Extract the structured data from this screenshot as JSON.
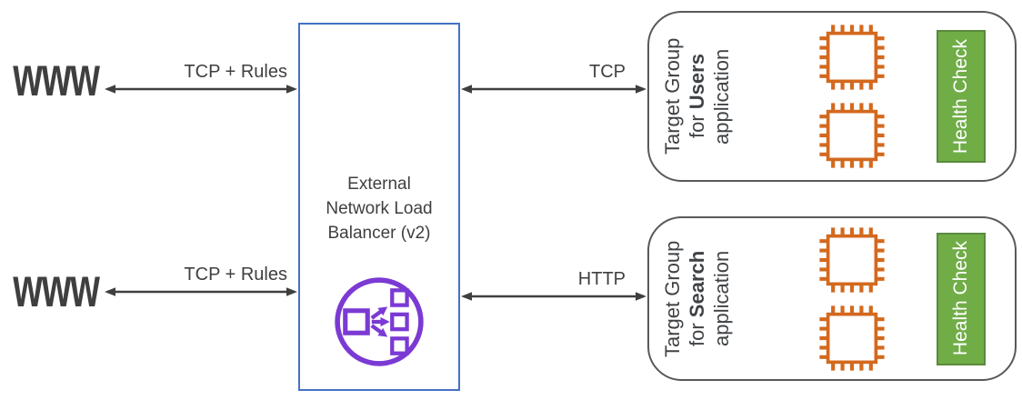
{
  "theme": {
    "purple": "#7B3AD4",
    "orange": "#D3691E",
    "green_fill": "#70AD47",
    "green_border": "#5A8A3C",
    "blue_border": "#4472C4",
    "ink": "#3F3F3F",
    "group_border": "#595959"
  },
  "nodes": {
    "www_top": {
      "label": "www"
    },
    "www_bottom": {
      "label": "www"
    }
  },
  "connections": {
    "top_left": {
      "label": "TCP + Rules"
    },
    "bottom_left": {
      "label": "TCP + Rules"
    },
    "top_right": {
      "label": "TCP"
    },
    "bottom_right": {
      "label": "HTTP"
    }
  },
  "load_balancer": {
    "title_lines": [
      "External",
      "Network Load",
      "Balancer (v2)"
    ],
    "icon": "load-balancer-icon"
  },
  "target_groups": [
    {
      "line1": "Target Group",
      "line2_prefix": "for ",
      "line2_bold": "Users",
      "line3": "application",
      "health_check": "Health Check",
      "instance_count": 2,
      "icon": "server-chip-icon"
    },
    {
      "line1": "Target Group",
      "line2_prefix": "for ",
      "line2_bold": "Search",
      "line3": "application",
      "health_check": "Health Check",
      "instance_count": 2,
      "icon": "server-chip-icon"
    }
  ]
}
